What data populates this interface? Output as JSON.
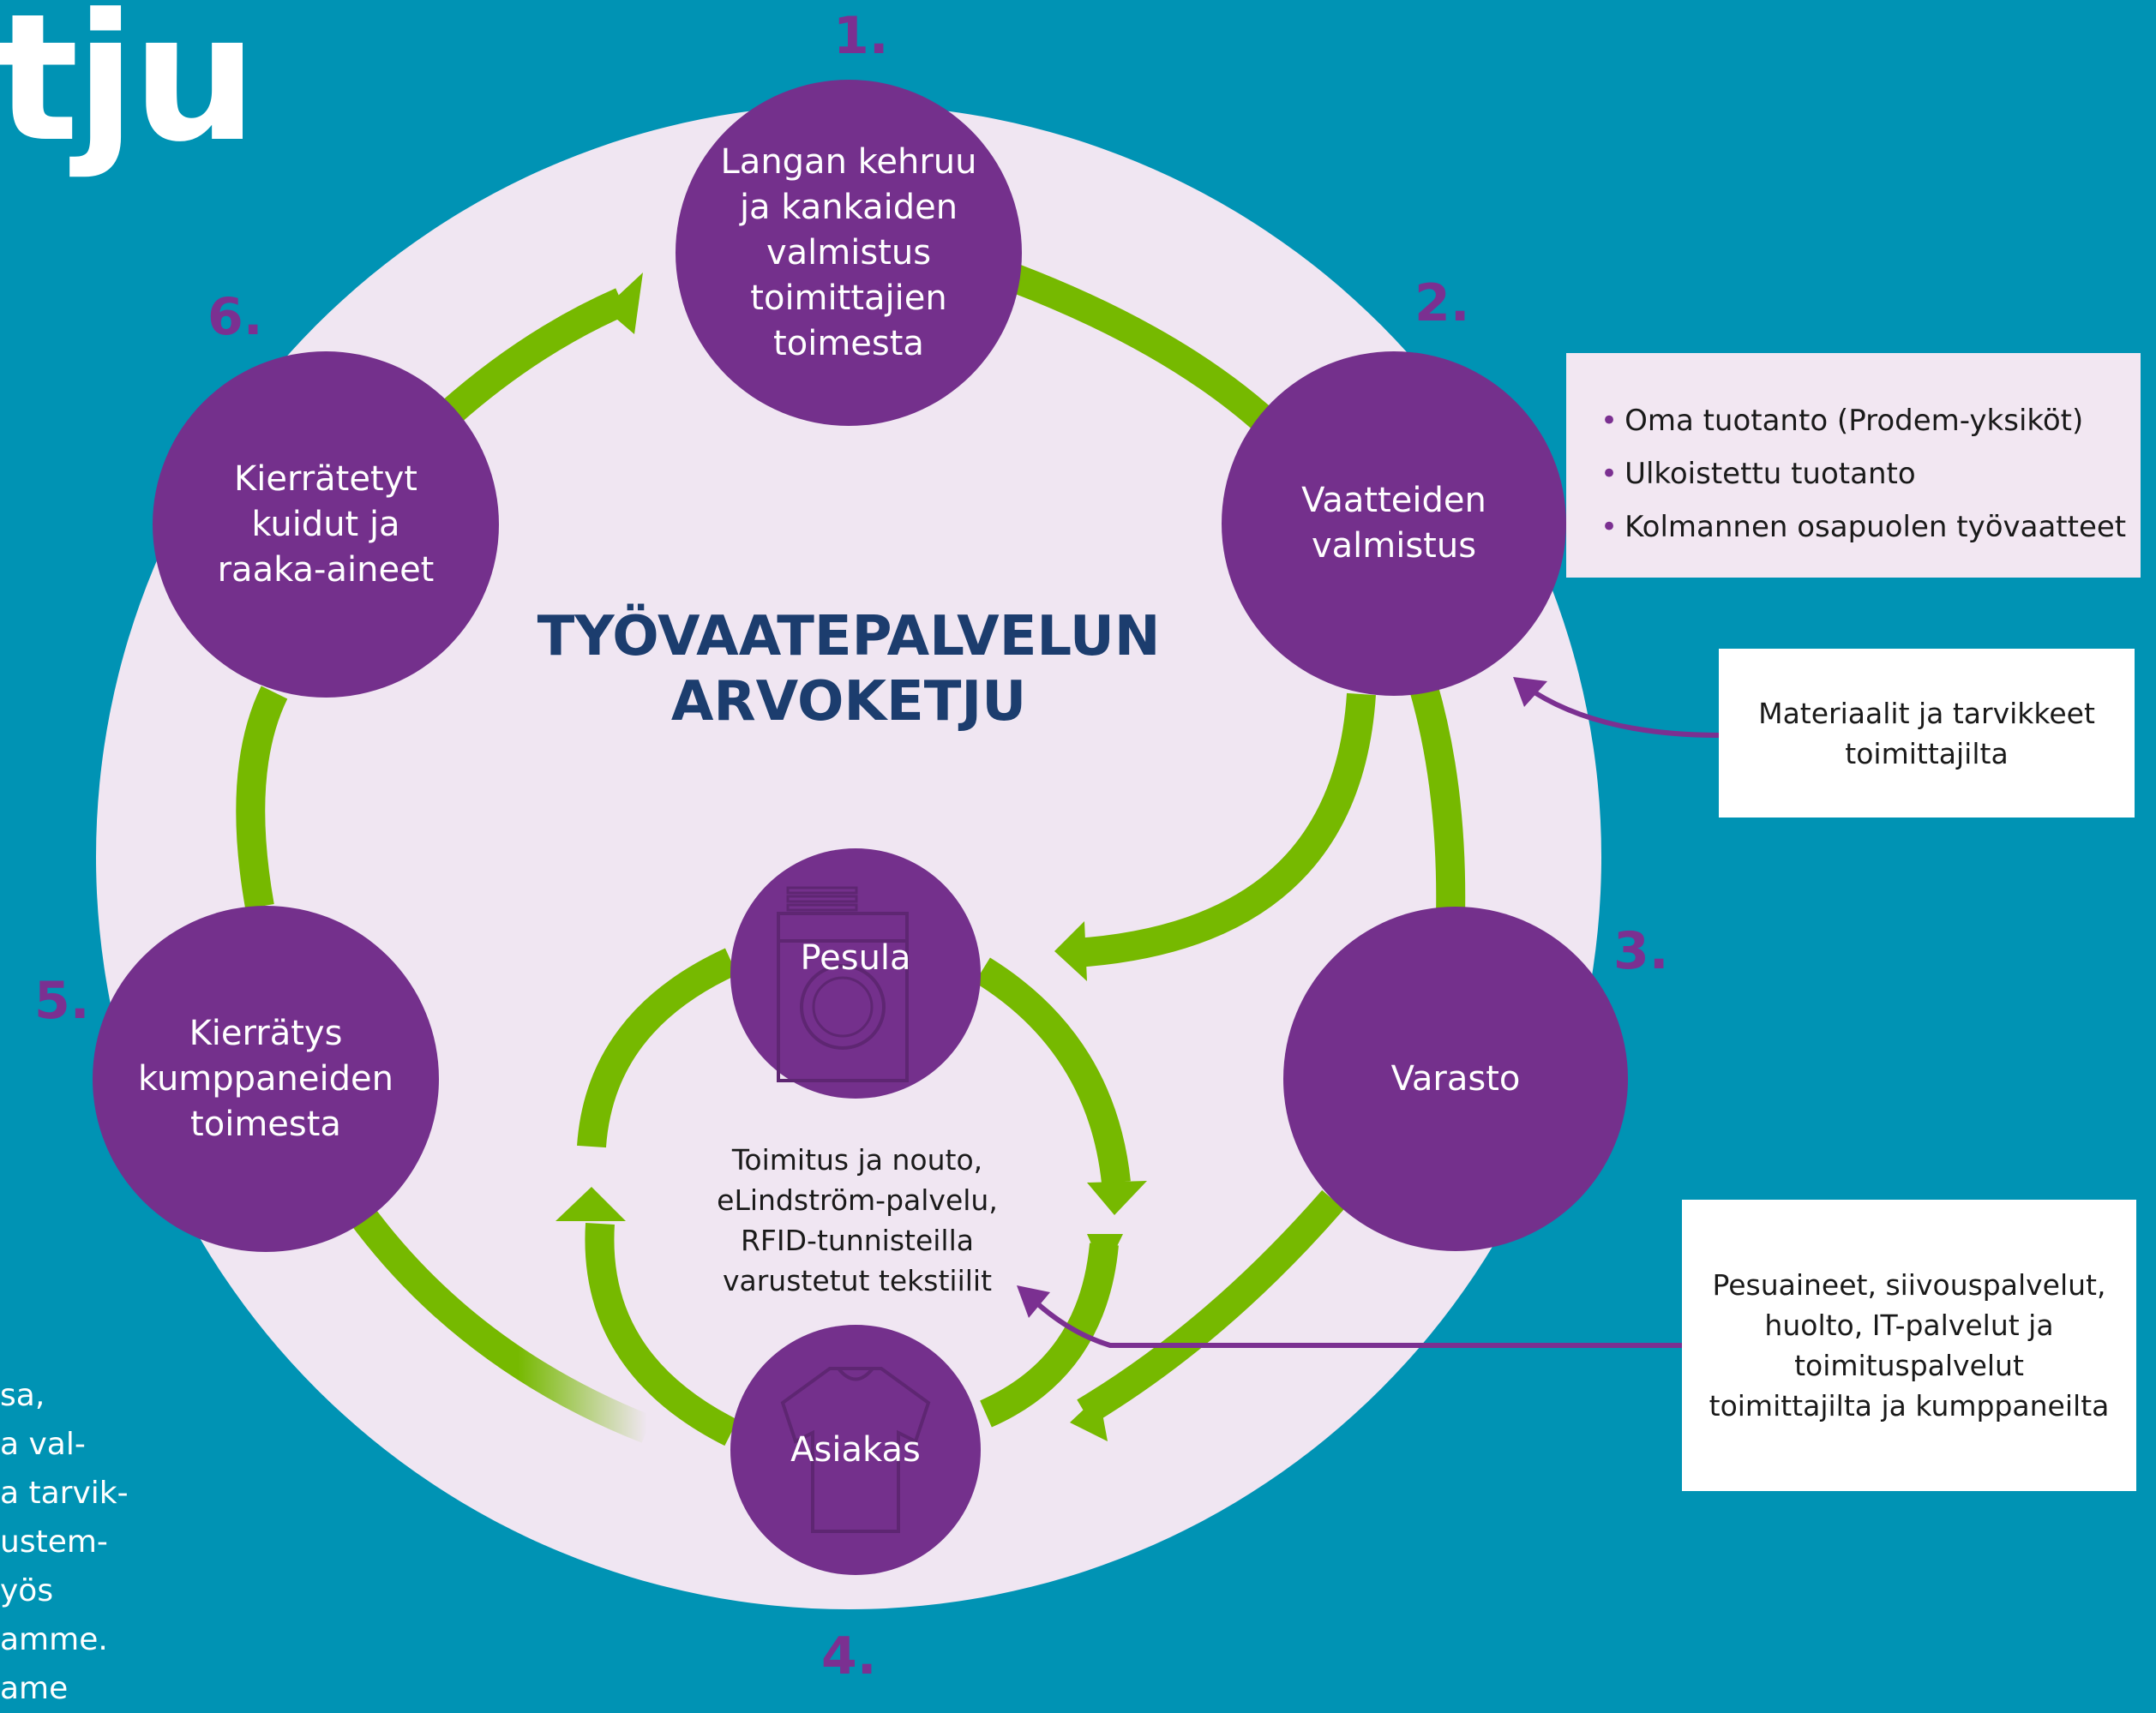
{
  "header": {
    "title_fragment": "tju"
  },
  "side_text": {
    "lines": [
      "sa,",
      "a val-",
      "a tarvik-",
      "ustem-",
      "yös",
      "amme.",
      "ame"
    ]
  },
  "center_title": "TYÖVAATEPALVELUN\nARVOKETJU",
  "steps": [
    {
      "number": "1.",
      "label": "Langan kehruu\nja kankaiden\nvalmistus\ntoimittajien\ntoimesta"
    },
    {
      "number": "2.",
      "label": "Vaatteiden\nvalmistus"
    },
    {
      "number": "3.",
      "label": "Varasto"
    },
    {
      "number": "4.",
      "label": "Asiakas"
    },
    {
      "number": "5.",
      "label": "Kierrätys\nkumppaneiden\ntoimesta"
    },
    {
      "number": "6.",
      "label": "Kierrätetyt\nkuidut ja\nraaka-aineet"
    }
  ],
  "pesula": {
    "label": "Pesula",
    "icon": "washing-machine-icon"
  },
  "asiakas_icon": "shirt-icon",
  "inner_text": "Toimitus ja nouto,\neLindström-palvelu,\nRFID-tunnisteilla\nvarustetut tekstiilit",
  "production_list": {
    "bullet": "•",
    "items": [
      "Oma tuotanto (Prodem-yksiköt)",
      "Ulkoistettu tuotanto",
      "Kolmannen osapuolen työvaatteet"
    ]
  },
  "materials_box": "Materiaalit ja tarvikkeet\ntoimittajilta",
  "services_box": "Pesuaineet, siivouspalvelut,\nhuolto, IT-palvelut ja\ntoimituspalvelut\ntoimittajilta ja kumppaneilta",
  "colors": {
    "background": "#0093b4",
    "ring": "#f0e6f2",
    "node": "#74308c",
    "arrow": "#76b900",
    "accent": "#7b3091",
    "title": "#1c3d6e"
  }
}
